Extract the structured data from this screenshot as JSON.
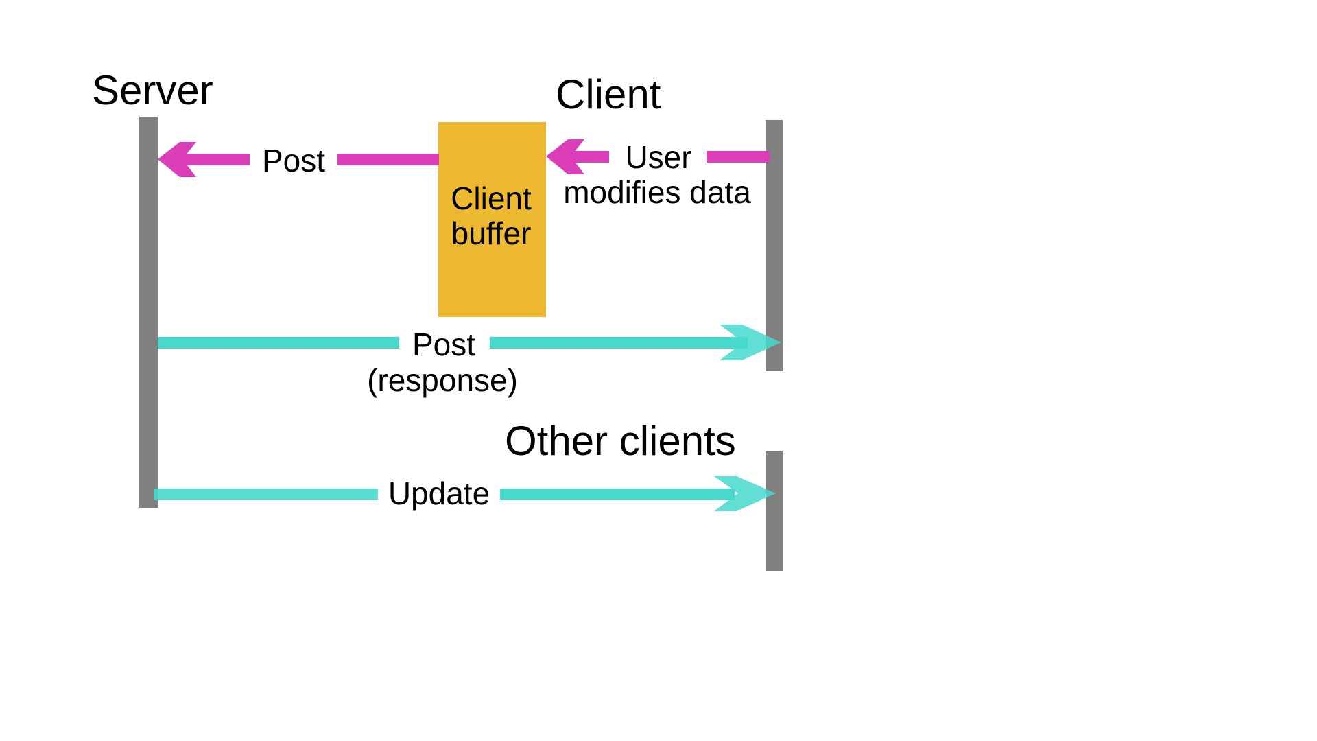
{
  "lifelines": {
    "server": {
      "label": "Server"
    },
    "client": {
      "label": "Client"
    },
    "other_clients": {
      "label": "Other clients"
    }
  },
  "buffer": {
    "label_line1": "Client",
    "label_line2": "buffer"
  },
  "messages": {
    "user_modifies": {
      "line1": "User",
      "line2": "modifies data"
    },
    "post_to_server": {
      "label": "Post"
    },
    "post_response": {
      "line1": "Post",
      "line2": "(response)"
    },
    "update": {
      "label": "Update"
    }
  },
  "colors": {
    "lifeline": "#808080",
    "request_arrow": "#dc3db8",
    "response_arrow": "#47d9cc",
    "buffer_fill": "#ecb930",
    "background": "#ffffff",
    "text": "#000000"
  }
}
